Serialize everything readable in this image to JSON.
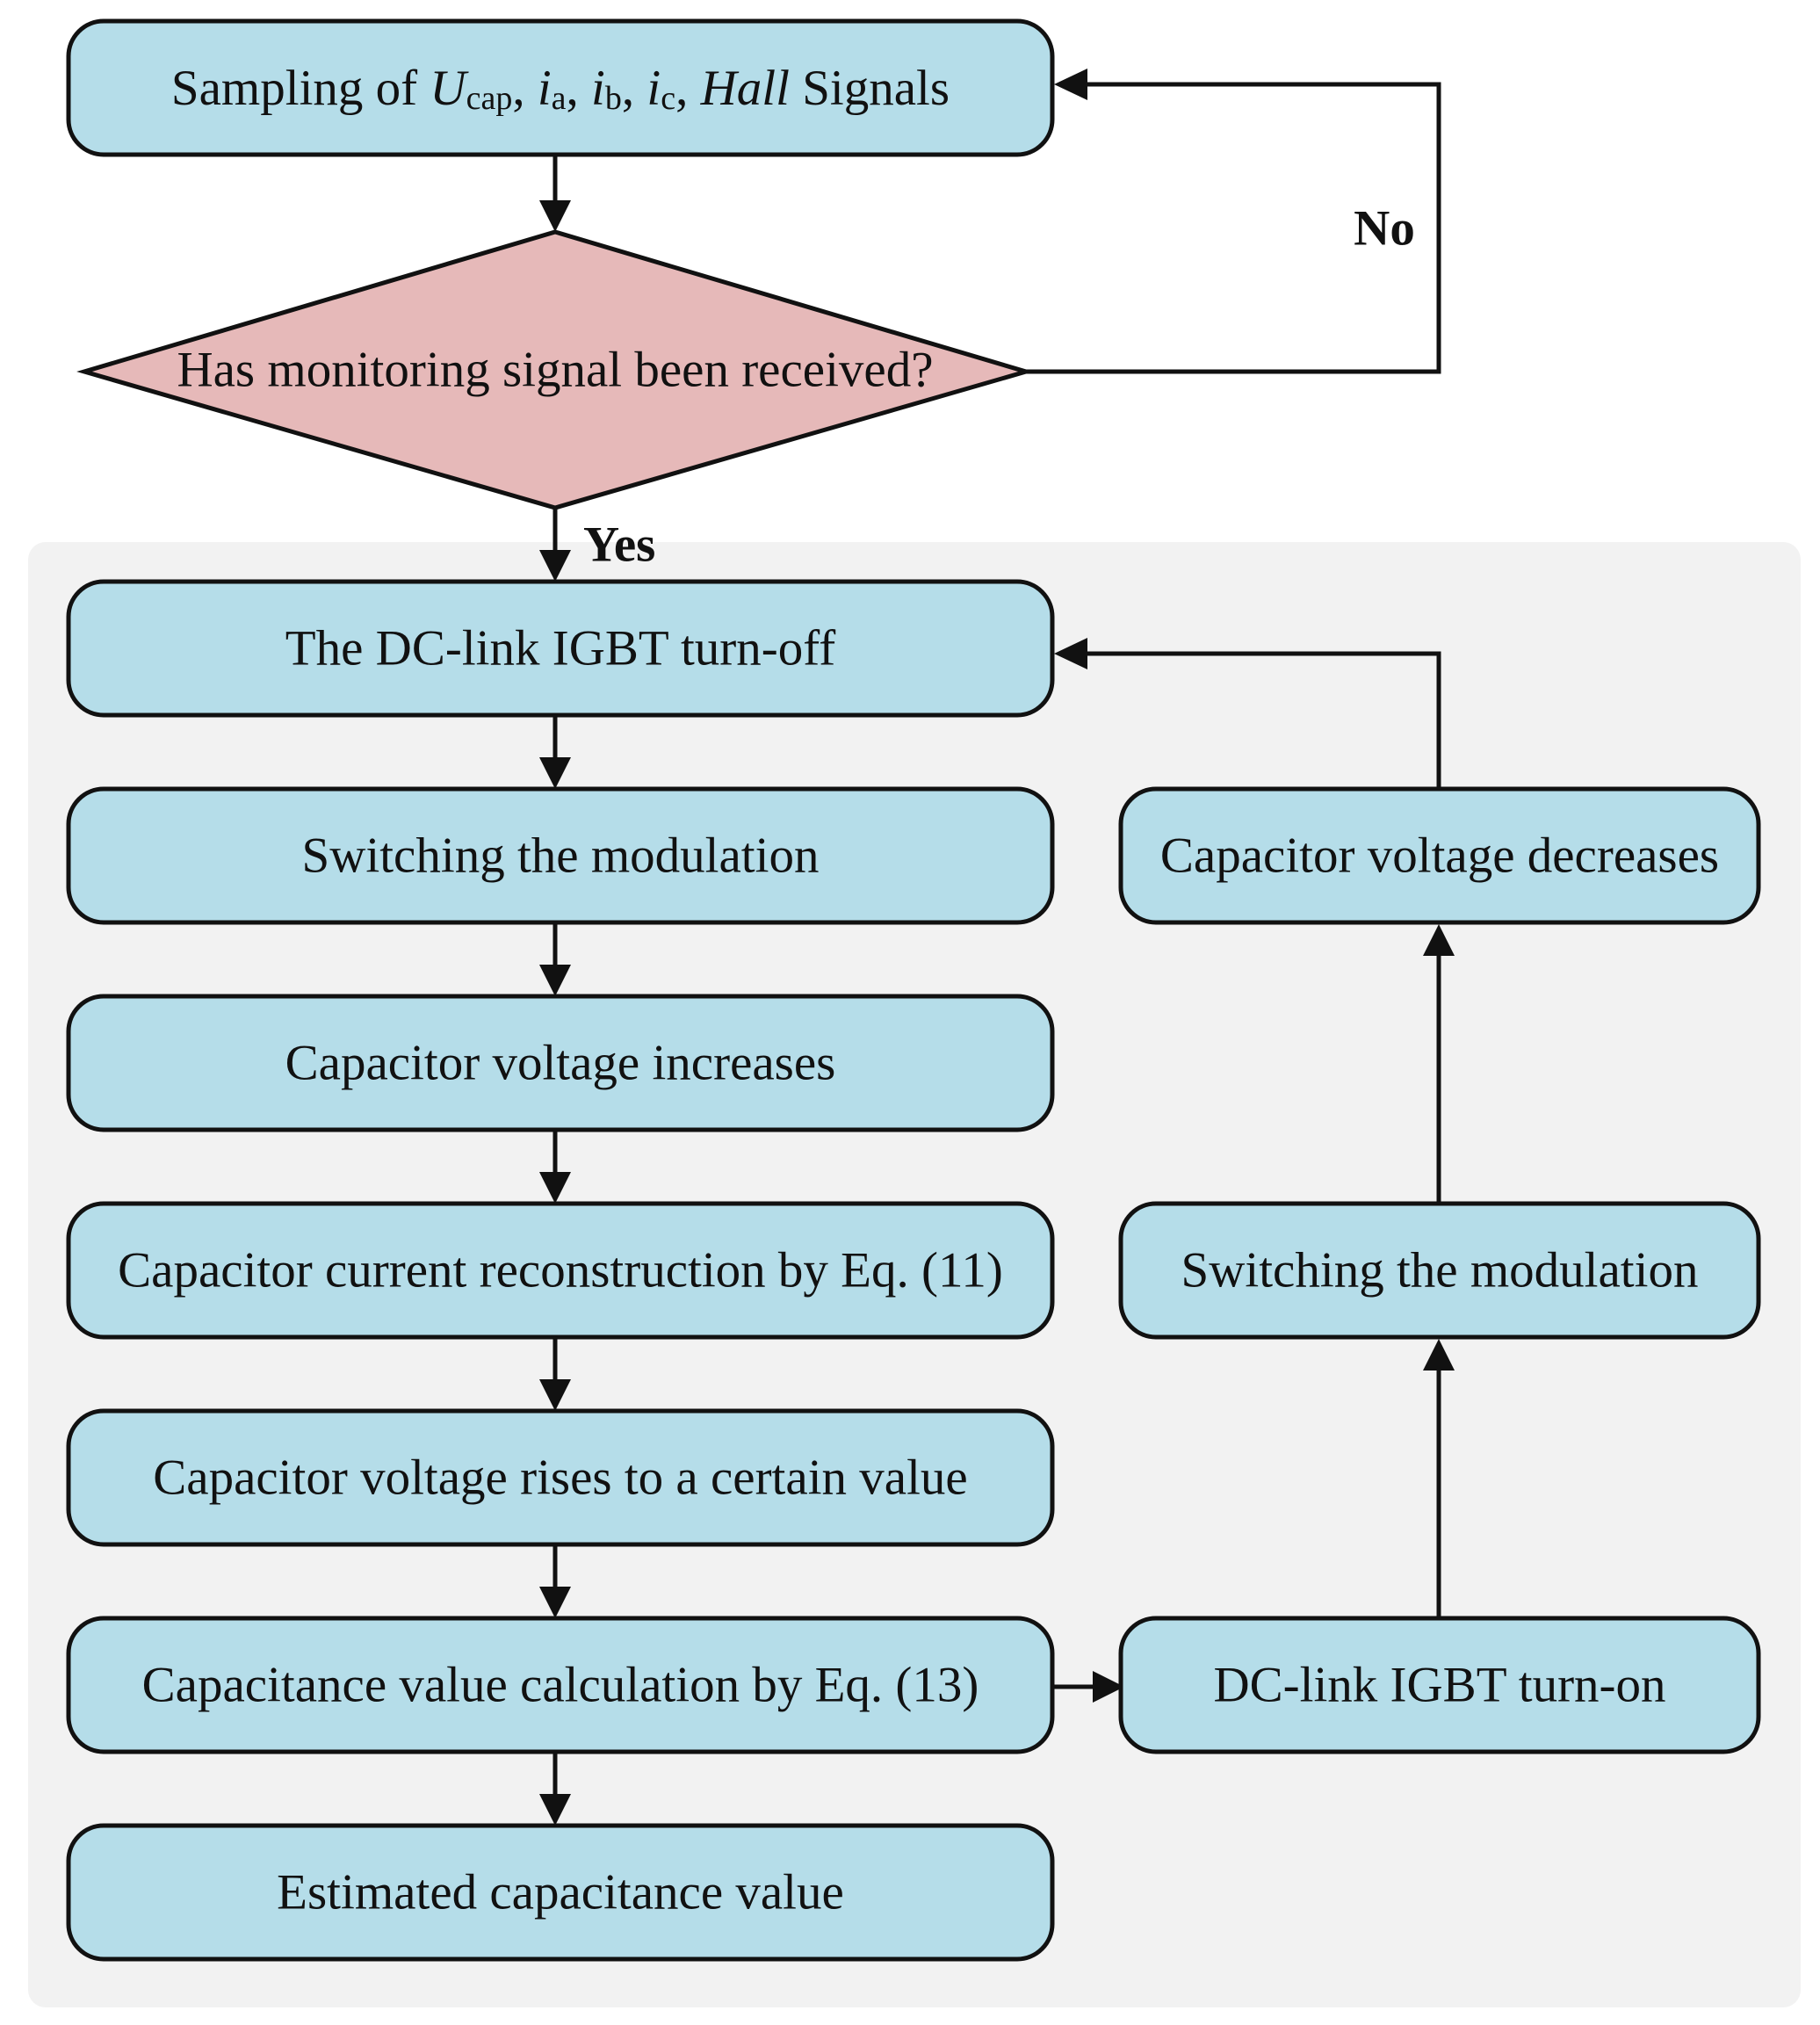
{
  "colors": {
    "process_fill": "#b5dde9",
    "decision_fill": "#e6b9b9",
    "panel_fill": "#f2f2f2",
    "stroke": "#111111"
  },
  "nodes": {
    "sampling": {
      "parts": {
        "prefix": "Sampling of ",
        "u": "U",
        "u_sub": "cap",
        "sep1": ", ",
        "ia": "i",
        "ia_sub": "a",
        "sep2": ", ",
        "ib": "i",
        "ib_sub": "b",
        "sep3": ", ",
        "ic": "i",
        "ic_sub": "c",
        "sep4": ", ",
        "hall": "Hall",
        "suffix": " Signals"
      }
    },
    "decision": "Has monitoring signal been received?",
    "igbt_off": "The DC-link IGBT turn-off",
    "switch_mod_left": "Switching the modulation",
    "volt_increase": "Capacitor voltage increases",
    "current_recon": "Capacitor current reconstruction by Eq. (11)",
    "volt_rise": "Capacitor voltage rises to a certain value",
    "cap_calc": "Capacitance value calculation by Eq. (13)",
    "estimated": "Estimated capacitance value",
    "volt_decrease": "Capacitor voltage decreases",
    "switch_mod_right": "Switching the modulation",
    "igbt_on": "DC-link IGBT turn-on"
  },
  "edges": {
    "no_label": "No",
    "yes_label": "Yes"
  }
}
